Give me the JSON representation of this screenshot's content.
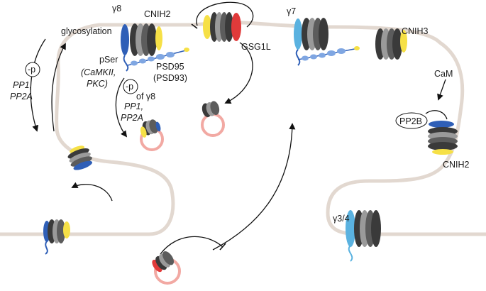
{
  "labels": {
    "g8": "γ8",
    "cnih2_top": "CNIH2",
    "glycosylation": "glycosylation",
    "minus_p": "-p",
    "pp1": "PP1,",
    "pp2a": "PP2A",
    "pser": "pSer",
    "camkii": "(CaMKII,",
    "pkc": "PKC)",
    "psd95": "PSD95",
    "psd93": "(PSD93)",
    "minus_p2": "-p",
    "of_g8": "of γ8",
    "pp1_2": "PP1,",
    "pp2a_2": "PP2A",
    "gsg1l": "GSG1L",
    "g7": "γ7",
    "cnih3": "CNIH3",
    "cam": "CaM",
    "pp2b": "PP2B",
    "cnih2_right": "CNIH2",
    "g34": "γ3/4"
  },
  "colors": {
    "membrane": "#e2d8d0",
    "receptor_dark": "#3a3a3a",
    "receptor_mid": "#5c5c5c",
    "receptor_light": "#9a9a9a",
    "tarp_blue": "#2f5fb7",
    "tarp_light_blue": "#5ab2e0",
    "cnih_yellow": "#f6e046",
    "gsg1l_red": "#e03a3a",
    "vesicle": "#f2a9a3",
    "psd_blue": "#7fa6e2"
  }
}
